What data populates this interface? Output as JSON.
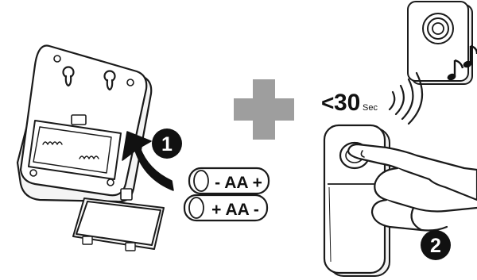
{
  "steps": {
    "step1": {
      "number": "1"
    },
    "step2": {
      "number": "2"
    }
  },
  "batteries": {
    "top_label": "- AA +",
    "bottom_label": "+ AA -"
  },
  "press": {
    "less_than": "<",
    "seconds": "30",
    "unit": "Sec"
  },
  "icons": {
    "plus": "plus-icon",
    "sound_waves": "sound-waves-icon",
    "music_notes": "music-note-icon",
    "insert_arrow": "curved-arrow-icon"
  },
  "colors": {
    "outline": "#1a1a1a",
    "plus_gray": "#9e9e9e",
    "badge_black": "#111111",
    "device_shadow": "#eeeeee"
  }
}
